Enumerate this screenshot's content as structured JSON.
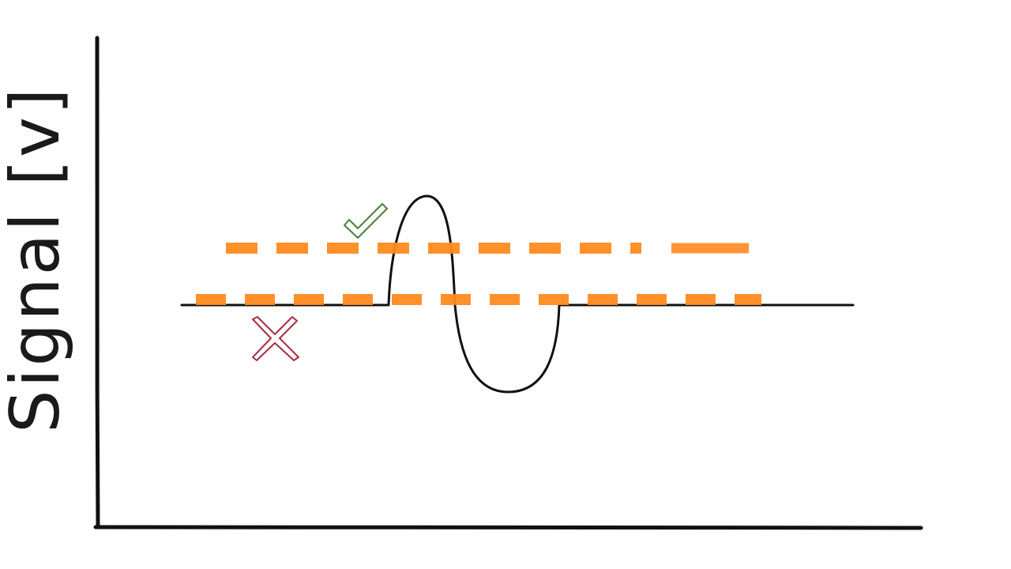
{
  "diagram": {
    "ylabel": "Signal [v]",
    "colors": {
      "axis": "#111111",
      "signal": "#111111",
      "threshold": "#ff8a1f",
      "check_mark": "#4b7f3a",
      "cross_mark": "#a82e3f",
      "background": "#ffffff"
    },
    "thresholds": [
      {
        "id": "upper",
        "status": "valid",
        "marker": "check-icon"
      },
      {
        "id": "lower",
        "status": "invalid",
        "marker": "cross-icon"
      }
    ]
  }
}
